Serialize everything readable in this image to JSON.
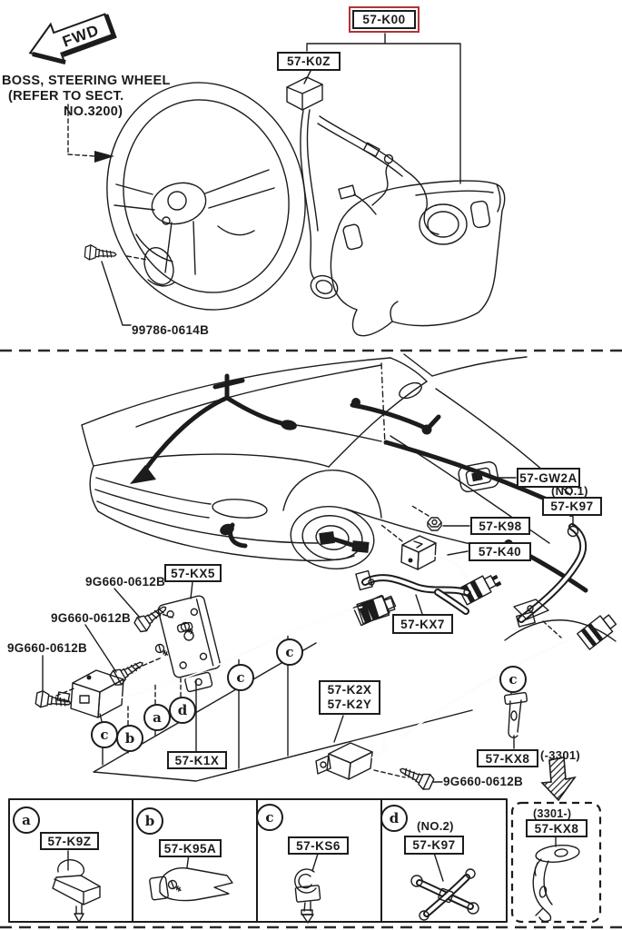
{
  "colors": {
    "ink": "#1c1c1c",
    "highlight_red": "#b03434",
    "paper": "#ffffff"
  },
  "fwd": {
    "label": "FWD"
  },
  "top": {
    "boss_line1": "BOSS, STEERING WHEEL",
    "boss_line2": "(REFER TO SECT.",
    "boss_line3": "NO.3200)",
    "k00": "57-K00",
    "k0z": "57-K0Z",
    "bolt": "99786-0614B"
  },
  "mid": {
    "gw2a": "57-GW2A",
    "no1": "(NO.1)",
    "k97": "57-K97",
    "k98": "57-K98",
    "k40": "57-K40",
    "kx7": "57-KX7",
    "kx5": "57-KX5",
    "k1x": "57-K1X",
    "k2x": "57-K2X",
    "k2y": "57-K2Y",
    "kx8": "57-KX8",
    "kx8_note": "(-3301)",
    "bolt1": "9G660-0612B",
    "bolt2": "9G660-0612B",
    "bolt3": "9G660-0612B",
    "bolt4": "9G660-0612B",
    "callout_a": "a",
    "callout_b": "b",
    "callout_c": "c",
    "callout_d": "d"
  },
  "legend": {
    "cells": [
      {
        "letter": "a",
        "part": "57-K9Z"
      },
      {
        "letter": "b",
        "part": "57-K95A"
      },
      {
        "letter": "c",
        "part": "57-KS6"
      },
      {
        "letter": "d",
        "note": "(NO.2)",
        "part": "57-K97"
      }
    ],
    "alt": {
      "note": "(3301-)",
      "part": "57-KX8"
    }
  }
}
